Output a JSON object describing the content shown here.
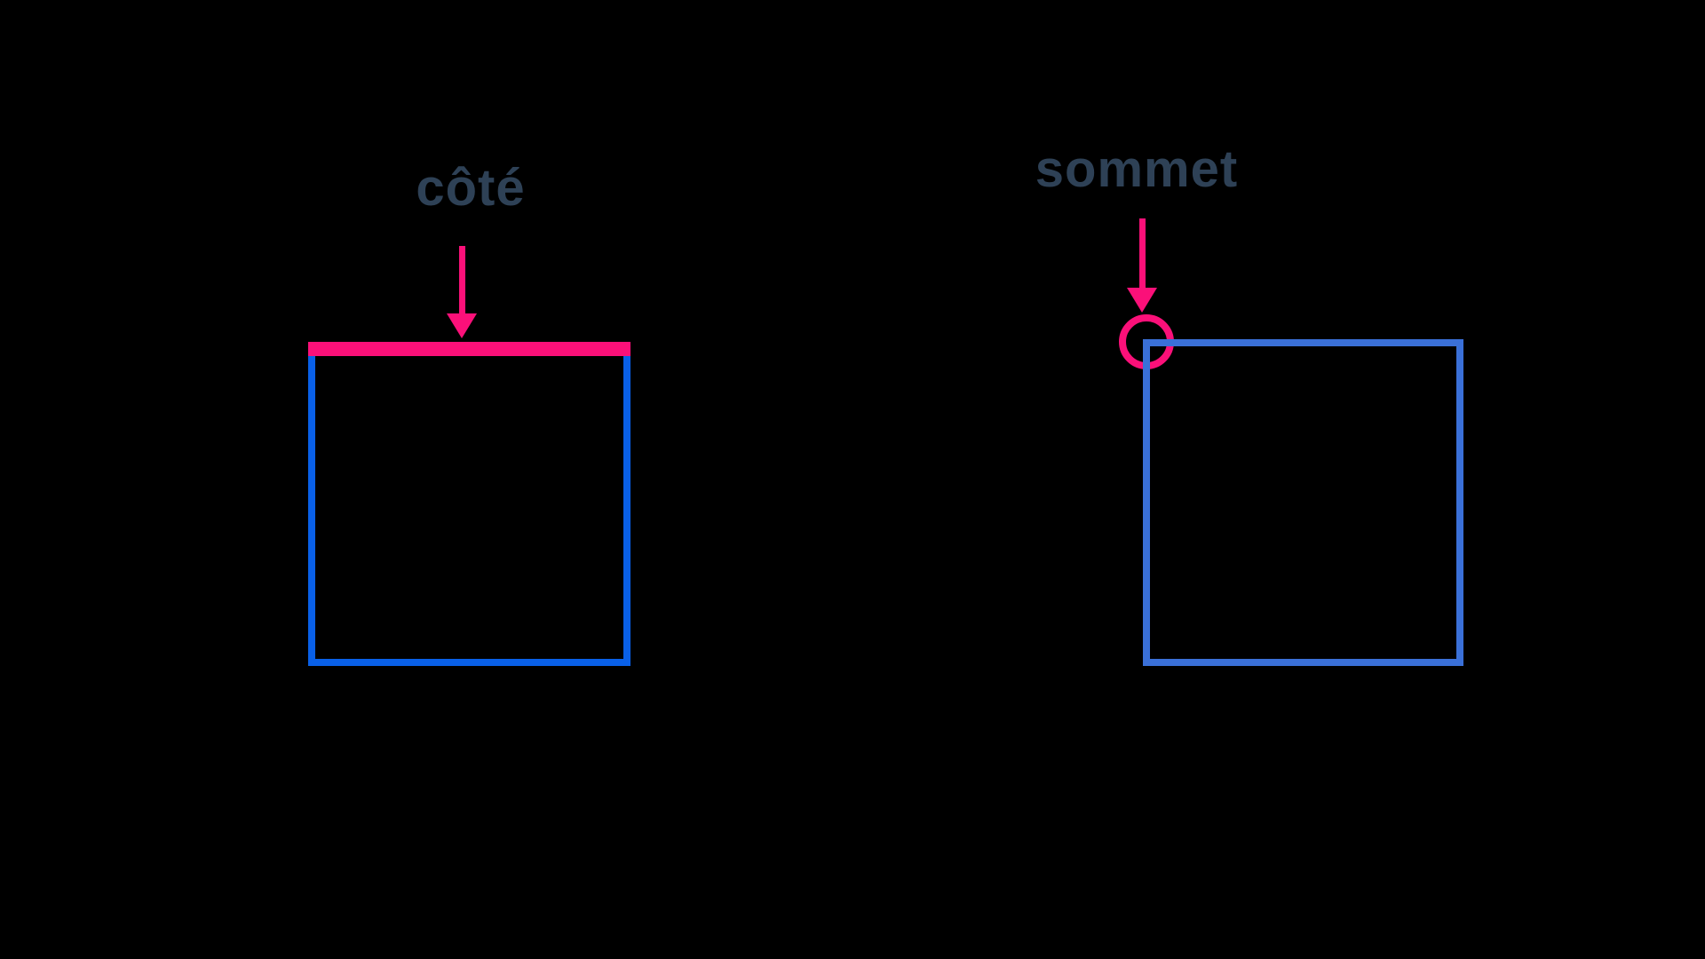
{
  "diagram": {
    "title_context": "square parts diagram",
    "left_figure": {
      "label": "côté",
      "shape": "square",
      "highlighted_part": "top-side"
    },
    "right_figure": {
      "label": "sommet",
      "shape": "square",
      "highlighted_part": "top-left-vertex"
    },
    "colors": {
      "background": "#000000",
      "label_text": "#2e4156",
      "highlight_pink": "#fb1079",
      "left_square_blue": "#0960e8",
      "right_square_blue": "#3a70d8"
    }
  }
}
